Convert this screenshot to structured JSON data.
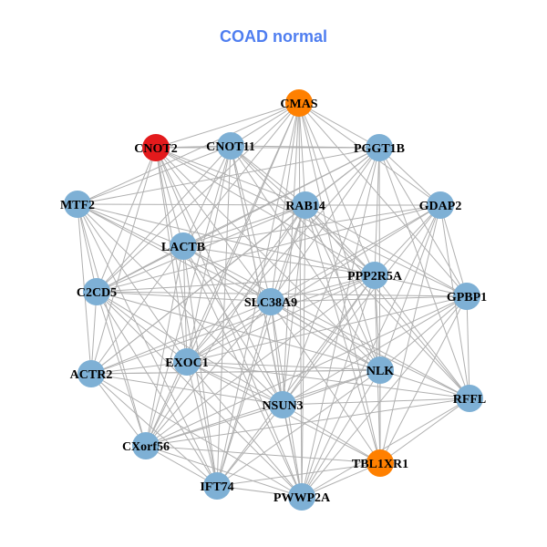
{
  "title": "COAD normal",
  "colors": {
    "title": "#4f7ef0",
    "default_node": "#7eb0d5",
    "orange_node": "#ff8000",
    "red_node": "#e31a1c",
    "edge": "#b0b0b0"
  },
  "nodes": [
    {
      "label": "CMAS",
      "color": "orange"
    },
    {
      "label": "CNOT2",
      "color": "red"
    },
    {
      "label": "CNOT11",
      "color": "default"
    },
    {
      "label": "PGGT1B",
      "color": "default"
    },
    {
      "label": "MTF2",
      "color": "default"
    },
    {
      "label": "RAB14",
      "color": "default"
    },
    {
      "label": "GDAP2",
      "color": "default"
    },
    {
      "label": "LACTB",
      "color": "default"
    },
    {
      "label": "PPP2R5A",
      "color": "default"
    },
    {
      "label": "C2CD5",
      "color": "default"
    },
    {
      "label": "SLC38A9",
      "color": "default"
    },
    {
      "label": "GPBP1",
      "color": "default"
    },
    {
      "label": "EXOC1",
      "color": "default"
    },
    {
      "label": "NLK",
      "color": "default"
    },
    {
      "label": "ACTR2",
      "color": "default"
    },
    {
      "label": "RFFL",
      "color": "default"
    },
    {
      "label": "NSUN3",
      "color": "default"
    },
    {
      "label": "CXorf56",
      "color": "default"
    },
    {
      "label": "TBL1XR1",
      "color": "orange"
    },
    {
      "label": "IFT74",
      "color": "default"
    },
    {
      "label": "PWWP2A",
      "color": "default"
    }
  ],
  "edges": [
    [
      0,
      1
    ],
    [
      0,
      2
    ],
    [
      0,
      3
    ],
    [
      0,
      4
    ],
    [
      0,
      5
    ],
    [
      0,
      7
    ],
    [
      0,
      8
    ],
    [
      0,
      10
    ],
    [
      0,
      11
    ],
    [
      0,
      12
    ],
    [
      0,
      13
    ],
    [
      0,
      16
    ],
    [
      0,
      17
    ],
    [
      0,
      18
    ],
    [
      0,
      19
    ],
    [
      0,
      20
    ],
    [
      0,
      6
    ],
    [
      0,
      9
    ],
    [
      1,
      2
    ],
    [
      1,
      3
    ],
    [
      1,
      5
    ],
    [
      1,
      7
    ],
    [
      1,
      8
    ],
    [
      1,
      10
    ],
    [
      1,
      11
    ],
    [
      1,
      12
    ],
    [
      1,
      13
    ],
    [
      1,
      16
    ],
    [
      1,
      19
    ],
    [
      1,
      20
    ],
    [
      1,
      14
    ],
    [
      1,
      9
    ],
    [
      2,
      3
    ],
    [
      2,
      4
    ],
    [
      2,
      5
    ],
    [
      2,
      7
    ],
    [
      2,
      8
    ],
    [
      2,
      10
    ],
    [
      2,
      12
    ],
    [
      2,
      13
    ],
    [
      2,
      15
    ],
    [
      2,
      16
    ],
    [
      2,
      17
    ],
    [
      2,
      19
    ],
    [
      2,
      20
    ],
    [
      2,
      9
    ],
    [
      3,
      4
    ],
    [
      3,
      5
    ],
    [
      3,
      6
    ],
    [
      3,
      7
    ],
    [
      3,
      8
    ],
    [
      3,
      9
    ],
    [
      3,
      10
    ],
    [
      3,
      11
    ],
    [
      3,
      12
    ],
    [
      3,
      14
    ],
    [
      3,
      15
    ],
    [
      3,
      16
    ],
    [
      3,
      18
    ],
    [
      3,
      20
    ],
    [
      4,
      5
    ],
    [
      4,
      7
    ],
    [
      4,
      8
    ],
    [
      4,
      9
    ],
    [
      4,
      10
    ],
    [
      4,
      12
    ],
    [
      4,
      14
    ],
    [
      4,
      16
    ],
    [
      4,
      17
    ],
    [
      4,
      19
    ],
    [
      4,
      13
    ],
    [
      5,
      6
    ],
    [
      5,
      7
    ],
    [
      5,
      8
    ],
    [
      5,
      9
    ],
    [
      5,
      10
    ],
    [
      5,
      11
    ],
    [
      5,
      12
    ],
    [
      5,
      13
    ],
    [
      5,
      14
    ],
    [
      5,
      15
    ],
    [
      5,
      16
    ],
    [
      5,
      17
    ],
    [
      5,
      18
    ],
    [
      5,
      19
    ],
    [
      5,
      20
    ],
    [
      6,
      7
    ],
    [
      6,
      8
    ],
    [
      6,
      10
    ],
    [
      6,
      11
    ],
    [
      6,
      12
    ],
    [
      6,
      13
    ],
    [
      6,
      15
    ],
    [
      6,
      16
    ],
    [
      6,
      18
    ],
    [
      6,
      20
    ],
    [
      6,
      9
    ],
    [
      7,
      8
    ],
    [
      7,
      9
    ],
    [
      7,
      10
    ],
    [
      7,
      12
    ],
    [
      7,
      13
    ],
    [
      7,
      14
    ],
    [
      7,
      16
    ],
    [
      7,
      17
    ],
    [
      7,
      19
    ],
    [
      7,
      20
    ],
    [
      7,
      15
    ],
    [
      8,
      9
    ],
    [
      8,
      10
    ],
    [
      8,
      11
    ],
    [
      8,
      12
    ],
    [
      8,
      13
    ],
    [
      8,
      15
    ],
    [
      8,
      16
    ],
    [
      8,
      17
    ],
    [
      8,
      18
    ],
    [
      8,
      19
    ],
    [
      8,
      20
    ],
    [
      8,
      14
    ],
    [
      9,
      10
    ],
    [
      9,
      11
    ],
    [
      9,
      12
    ],
    [
      9,
      13
    ],
    [
      9,
      14
    ],
    [
      9,
      16
    ],
    [
      9,
      17
    ],
    [
      9,
      19
    ],
    [
      9,
      20
    ],
    [
      10,
      11
    ],
    [
      10,
      12
    ],
    [
      10,
      13
    ],
    [
      10,
      14
    ],
    [
      10,
      15
    ],
    [
      10,
      16
    ],
    [
      10,
      17
    ],
    [
      10,
      18
    ],
    [
      10,
      19
    ],
    [
      10,
      20
    ],
    [
      11,
      12
    ],
    [
      11,
      13
    ],
    [
      11,
      15
    ],
    [
      11,
      16
    ],
    [
      11,
      18
    ],
    [
      11,
      20
    ],
    [
      11,
      17
    ],
    [
      12,
      13
    ],
    [
      12,
      14
    ],
    [
      12,
      15
    ],
    [
      12,
      16
    ],
    [
      12,
      17
    ],
    [
      12,
      18
    ],
    [
      12,
      19
    ],
    [
      12,
      20
    ],
    [
      13,
      14
    ],
    [
      13,
      15
    ],
    [
      13,
      16
    ],
    [
      13,
      17
    ],
    [
      13,
      18
    ],
    [
      13,
      20
    ],
    [
      13,
      19
    ],
    [
      14,
      16
    ],
    [
      14,
      17
    ],
    [
      14,
      19
    ],
    [
      14,
      20
    ],
    [
      14,
      13
    ],
    [
      15,
      16
    ],
    [
      15,
      18
    ],
    [
      15,
      20
    ],
    [
      15,
      17
    ],
    [
      16,
      17
    ],
    [
      16,
      18
    ],
    [
      16,
      19
    ],
    [
      16,
      20
    ],
    [
      17,
      19
    ],
    [
      17,
      20
    ],
    [
      17,
      18
    ],
    [
      18,
      19
    ],
    [
      18,
      20
    ],
    [
      19,
      20
    ]
  ]
}
